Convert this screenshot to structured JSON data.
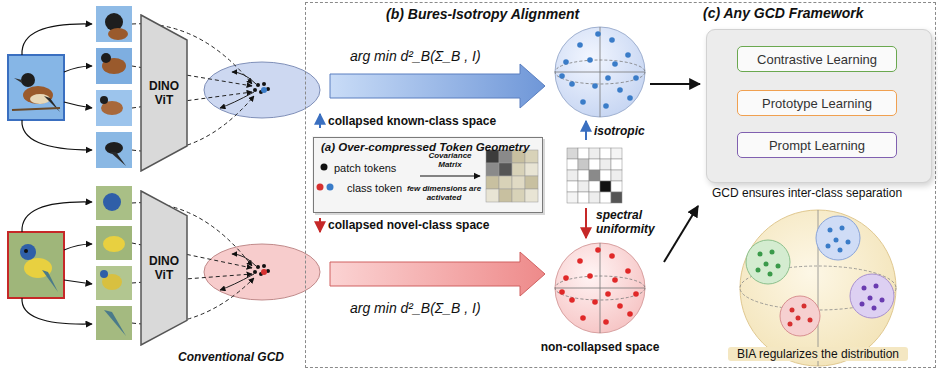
{
  "diagram": {
    "nodes": [
      {
        "text": [
          "DINO ViT"
        ]
      },
      {
        "text": [
          "DINO ViT"
        ]
      },
      {
        "text": [
          "(b) Bures-Isotropy Alignment"
        ]
      },
      {
        "text": [
          "(a) Over-compressed Token Geometry",
          "patch tokens",
          "class token",
          "Covariance Matrix",
          "few dimensions are activated"
        ],
        "in": 2
      },
      {
        "text": [
          "(c) Any GCD Framework"
        ],
        "in": 2
      },
      {
        "text": [
          "Contrastive Learning"
        ],
        "in": 4
      },
      {
        "text": [
          "Prototype Learning"
        ],
        "in": 4
      },
      {
        "text": [
          "Prompt Learning"
        ],
        "in": 4
      }
    ],
    "labels": [
      "arg min d²_B(Σ_B , I)",
      "collapsed known-class space",
      "collapsed novel-class space",
      "arg min d²_B(Σ_B , I)",
      "Conventional GCD",
      "isotropic",
      "spectral uniformity",
      "non-collapsed space",
      "GCD ensures inter-class separation",
      "BIA regularizes the distribution"
    ]
  }
}
